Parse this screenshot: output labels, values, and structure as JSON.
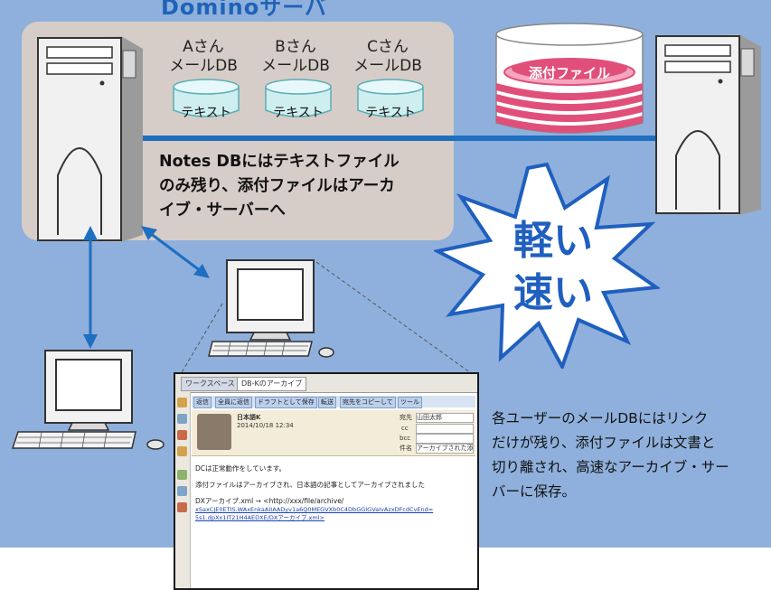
{
  "title": "Dominoサーバ",
  "mail_dbs": [
    {
      "user": "Aさん",
      "db": "メールDB",
      "content": "テキスト"
    },
    {
      "user": "Bさん",
      "db": "メールDB",
      "content": "テキスト"
    },
    {
      "user": "Cさん",
      "db": "メールDB",
      "content": "テキスト"
    }
  ],
  "archive_stack_label": "添付ファイル",
  "notes_text": {
    "line1": "Notes DBにはテキストファイル",
    "line2": "のみ残り、添付ファイルはアーカ",
    "line3": "イブ・サーバーへ"
  },
  "burst": {
    "line1": "軽い",
    "line2": "速い"
  },
  "description": {
    "line1": "各ユーザーのメールDBにはリンク",
    "line2": "だけが残り、添付ファイルは文書と",
    "line3": "切り離され、高速なアーカイブ・サー",
    "line4": "バーに保存。"
  },
  "screenshot": {
    "tabs": [
      "ワークスペース",
      "DB-Kのアーカイブ"
    ],
    "actions": [
      "返信",
      "全員に返信",
      "ドラフトとして保存",
      "転送",
      "宛先をコピーして",
      "ツール"
    ],
    "memo_name": "日本語K",
    "memo_date": "2014/10/18 12:34",
    "fields": {
      "to_label": "宛先",
      "to_value": "山田太郎",
      "cc_label": "cc",
      "bcc_label": "bcc",
      "subject_label": "件名",
      "subject_value": "アーカイブされた添付ファイル"
    },
    "body_line1": "DCは正常動作をしています。",
    "body_line2": "添付ファイルはアーカイブされ、日本語の記事としてアーカイブされました",
    "link_label": "DXアーカイブ.xml → <http://xxx/file/archive/",
    "link_line1": "xSaxCJE0ETIS.WAxEnkaAIIAADyv1a6Q0MEGVXb0C4DbGGIGVaIvAzxDFcdCvEnd=",
    "link_line2": "5s1.dpXx1IT21H4AEDXE/DXアーカイブ.xml>"
  }
}
